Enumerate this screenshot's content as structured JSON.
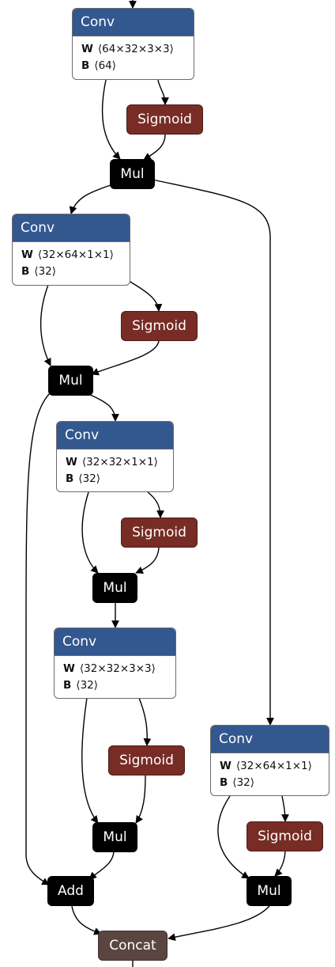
{
  "graph": {
    "nodes": {
      "conv1": {
        "title": "Conv",
        "attrs": [
          {
            "key": "W",
            "value": "⟨64×32×3×3⟩"
          },
          {
            "key": "B",
            "value": "⟨64⟩"
          }
        ]
      },
      "sigmoid1": {
        "title": "Sigmoid"
      },
      "mul1": {
        "title": "Mul"
      },
      "conv2": {
        "title": "Conv",
        "attrs": [
          {
            "key": "W",
            "value": "⟨32×64×1×1⟩"
          },
          {
            "key": "B",
            "value": "⟨32⟩"
          }
        ]
      },
      "sigmoid2": {
        "title": "Sigmoid"
      },
      "mul2": {
        "title": "Mul"
      },
      "conv3": {
        "title": "Conv",
        "attrs": [
          {
            "key": "W",
            "value": "⟨32×32×1×1⟩"
          },
          {
            "key": "B",
            "value": "⟨32⟩"
          }
        ]
      },
      "sigmoid3": {
        "title": "Sigmoid"
      },
      "mul3": {
        "title": "Mul"
      },
      "conv4": {
        "title": "Conv",
        "attrs": [
          {
            "key": "W",
            "value": "⟨32×32×3×3⟩"
          },
          {
            "key": "B",
            "value": "⟨32⟩"
          }
        ]
      },
      "sigmoid4": {
        "title": "Sigmoid"
      },
      "mul4": {
        "title": "Mul"
      },
      "conv5": {
        "title": "Conv",
        "attrs": [
          {
            "key": "W",
            "value": "⟨32×64×1×1⟩"
          },
          {
            "key": "B",
            "value": "⟨32⟩"
          }
        ]
      },
      "sigmoid5": {
        "title": "Sigmoid"
      },
      "mul5": {
        "title": "Mul"
      },
      "add1": {
        "title": "Add"
      },
      "concat1": {
        "title": "Concat"
      }
    },
    "edges": [
      {
        "from": "input",
        "to": "conv1"
      },
      {
        "from": "conv1",
        "to": "sigmoid1"
      },
      {
        "from": "conv1",
        "to": "mul1"
      },
      {
        "from": "sigmoid1",
        "to": "mul1"
      },
      {
        "from": "mul1",
        "to": "conv2"
      },
      {
        "from": "mul1",
        "to": "conv5"
      },
      {
        "from": "conv2",
        "to": "sigmoid2"
      },
      {
        "from": "conv2",
        "to": "mul2"
      },
      {
        "from": "sigmoid2",
        "to": "mul2"
      },
      {
        "from": "mul2",
        "to": "conv3"
      },
      {
        "from": "mul2",
        "to": "add1"
      },
      {
        "from": "conv3",
        "to": "sigmoid3"
      },
      {
        "from": "conv3",
        "to": "mul3"
      },
      {
        "from": "sigmoid3",
        "to": "mul3"
      },
      {
        "from": "mul3",
        "to": "conv4"
      },
      {
        "from": "conv4",
        "to": "sigmoid4"
      },
      {
        "from": "conv4",
        "to": "mul4"
      },
      {
        "from": "sigmoid4",
        "to": "mul4"
      },
      {
        "from": "mul4",
        "to": "add1"
      },
      {
        "from": "conv5",
        "to": "sigmoid5"
      },
      {
        "from": "conv5",
        "to": "mul5"
      },
      {
        "from": "sigmoid5",
        "to": "mul5"
      },
      {
        "from": "add1",
        "to": "concat1"
      },
      {
        "from": "mul5",
        "to": "concat1"
      },
      {
        "from": "concat1",
        "to": "output"
      }
    ]
  },
  "colors": {
    "conv_header": "#33578f",
    "sigmoid": "#772c25",
    "mul_add": "#000000",
    "concat": "#5b4541",
    "edge": "#000000"
  }
}
